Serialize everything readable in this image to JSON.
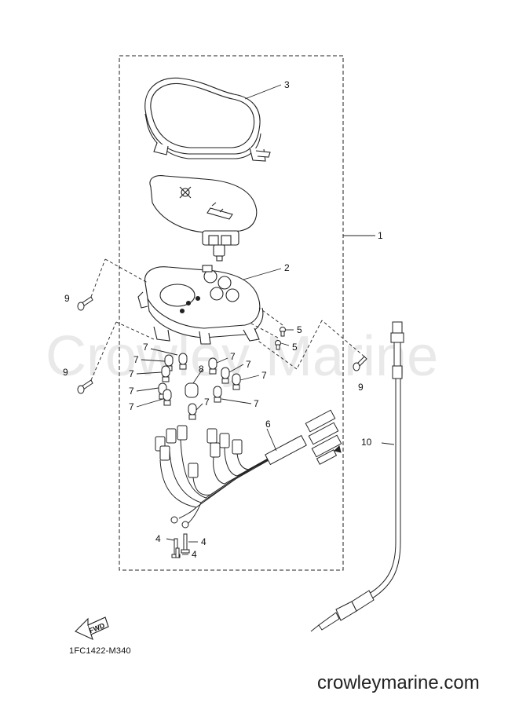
{
  "watermark": "Crowley Marine",
  "diagram_code": "1FC1422-M340",
  "site_url": "crowleymarine.com",
  "fwd_label": "FWD",
  "callouts": {
    "c1": "1",
    "c2": "2",
    "c3": "3",
    "c4a": "4",
    "c4b": "4",
    "c4c": "4",
    "c5a": "5",
    "c5b": "5",
    "c6": "6",
    "c7a": "7",
    "c7b": "7",
    "c7c": "7",
    "c7d": "7",
    "c7e": "7",
    "c7f": "7",
    "c7g": "7",
    "c7h": "7",
    "c7i": "7",
    "c7j": "7",
    "c8": "8",
    "c9a": "9",
    "c9b": "9",
    "c9c": "9",
    "c10": "10"
  }
}
